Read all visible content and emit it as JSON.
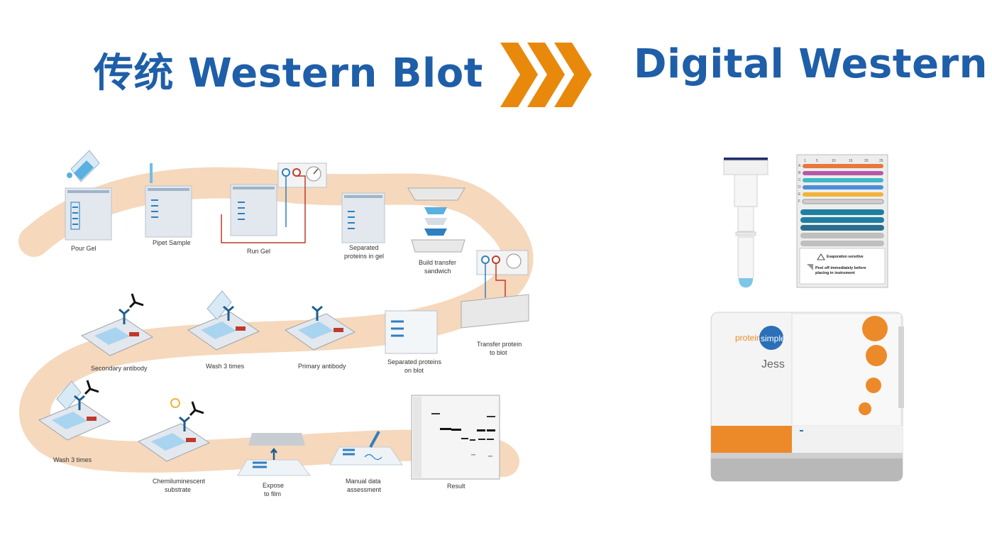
{
  "header": {
    "left_title": "传统 Western Blot",
    "right_title": "Digital Western",
    "arrow_color": "#e8890c",
    "title_color": "#1f5ea8"
  },
  "workflow": {
    "path_color": "#f6d8bd",
    "steps": [
      {
        "label": "Pour Gel"
      },
      {
        "label": "Pipet Sample"
      },
      {
        "label": "Run Gel"
      },
      {
        "label_line1": "Separated",
        "label_line2": "proteins in gel"
      },
      {
        "label_line1": "Build transfer",
        "label_line2": "sandwich"
      },
      {
        "label_line1": "Transfer protein",
        "label_line2": "to blot"
      },
      {
        "label_line1": "Separated proteins",
        "label_line2": "on blot"
      },
      {
        "label": "Primary antibody"
      },
      {
        "label": "Wash 3 times"
      },
      {
        "label": "Secondary antibody"
      },
      {
        "label": "Wash 3 times"
      },
      {
        "label_line1": "Chemiluminescent",
        "label_line2": "substrate"
      },
      {
        "label_line1": "Expose",
        "label_line2": "to film"
      },
      {
        "label_line1": "Manual data",
        "label_line2": "assessment"
      },
      {
        "label": "Result"
      }
    ]
  },
  "plate": {
    "col_numbers": [
      "1",
      "5",
      "10",
      "15",
      "20",
      "25"
    ],
    "row_letters": [
      "A",
      "B",
      "C",
      "D",
      "E",
      "F"
    ],
    "warning": "Evaporation sensitive",
    "peel_line1": "Peel off immediately before",
    "peel_line2": "placing in instrument"
  },
  "instrument": {
    "brand_left": "protein",
    "brand_right": "simple",
    "model": "Jess",
    "accent_color": "#ec8a2a"
  }
}
